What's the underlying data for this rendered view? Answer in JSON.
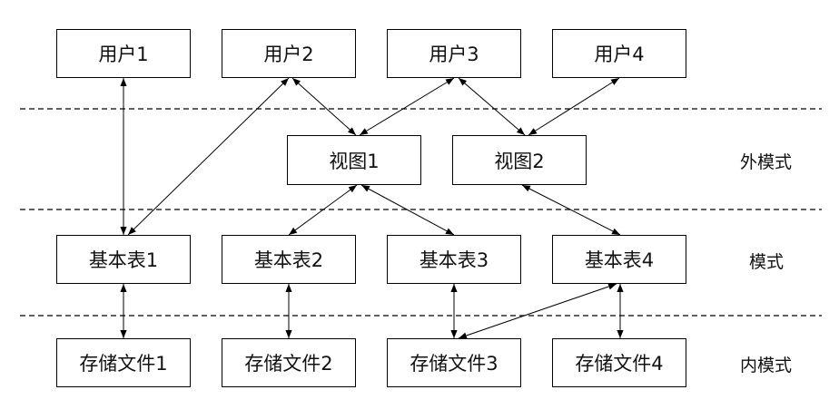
{
  "users": [
    {
      "label": "用户1"
    },
    {
      "label": "用户2"
    },
    {
      "label": "用户3"
    },
    {
      "label": "用户4"
    }
  ],
  "views": [
    {
      "label": "视图1"
    },
    {
      "label": "视图2"
    }
  ],
  "tables": [
    {
      "label": "基本表1"
    },
    {
      "label": "基本表2"
    },
    {
      "label": "基本表3"
    },
    {
      "label": "基本表4"
    }
  ],
  "files": [
    {
      "label": "存储文件1"
    },
    {
      "label": "存储文件2"
    },
    {
      "label": "存储文件3"
    },
    {
      "label": "存储文件4"
    }
  ],
  "levels": {
    "external": "外模式",
    "conceptual": "模式",
    "internal": "内模式"
  }
}
